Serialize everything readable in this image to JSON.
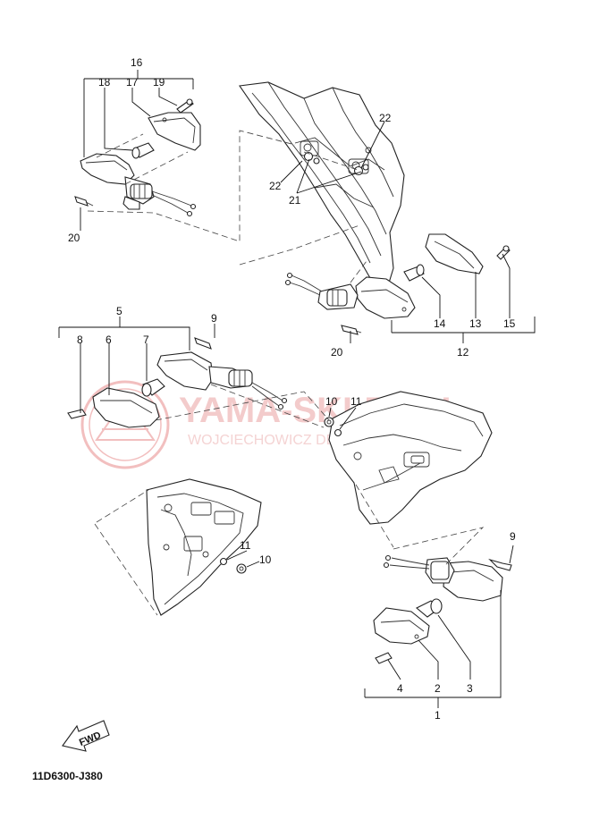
{
  "diagram_code": "11D6300-J380",
  "watermark": {
    "main": "YAMA-SKLEP.PL",
    "sub": "WOJCIECHOWICZ DEALER YAMAHA"
  },
  "fwd_label": "FWD",
  "callouts": {
    "c1": "1",
    "c2": "2",
    "c3": "3",
    "c4": "4",
    "c5": "5",
    "c6": "6",
    "c7": "7",
    "c8": "8",
    "c9a": "9",
    "c9b": "9",
    "c10a": "10",
    "c10b": "10",
    "c11a": "11",
    "c11b": "11",
    "c12": "12",
    "c13": "13",
    "c14": "14",
    "c15": "15",
    "c16": "16",
    "c17": "17",
    "c18": "18",
    "c19": "19",
    "c20a": "20",
    "c20b": "20",
    "c21": "21",
    "c22a": "22",
    "c22b": "22"
  },
  "colors": {
    "line": "#222222",
    "watermark": "#e88a8a",
    "background": "#ffffff"
  }
}
